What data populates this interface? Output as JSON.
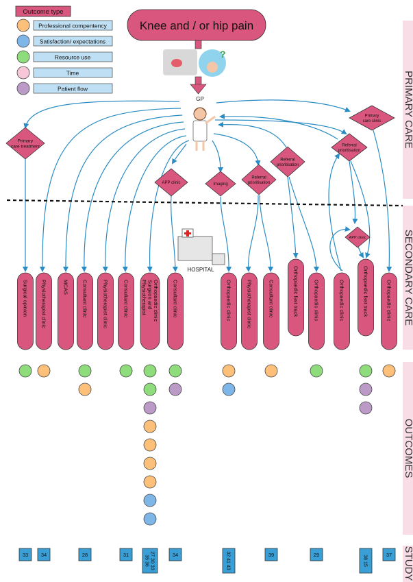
{
  "title": "Knee and / or hip pain",
  "legend": {
    "header": "Outcome type",
    "items": [
      {
        "label": "Professional compentency",
        "key": "professional",
        "color": "#fcc07a"
      },
      {
        "label": "Satisfaction/ expectations",
        "key": "satisfaction",
        "color": "#7fb6e8"
      },
      {
        "label": "Resource use",
        "key": "resource",
        "color": "#8edc7c"
      },
      {
        "label": "Time",
        "key": "time",
        "color": "#f7c7d9"
      },
      {
        "label": "Patient flow",
        "key": "flow",
        "color": "#bb9ac8"
      }
    ]
  },
  "gp_label": "GP",
  "hospital_label": "HOSPITAL",
  "sections": [
    "PRIMARY CARE",
    "SECONDARY CARE",
    "OUTCOMES",
    "STUDY"
  ],
  "diamonds": [
    "Primary care treatment",
    "APP clinic",
    "Imaging",
    "Referral prioritisation",
    "Referral prioritisation",
    "Referral prioritisation",
    "Primary care clinic",
    "APP clinic"
  ],
  "services": [
    {
      "label": "Surgical opinion",
      "outcomes": [
        "resource"
      ],
      "study": "33"
    },
    {
      "label": "Physiotherapist clinic",
      "outcomes": [
        "professional"
      ],
      "study": "34"
    },
    {
      "label": "MCAS",
      "outcomes": [],
      "study": ""
    },
    {
      "label": "Consultant clinic",
      "outcomes": [
        "resource",
        "professional"
      ],
      "study": "28"
    },
    {
      "label": "Physiotherapist clinic",
      "outcomes": [],
      "study": ""
    },
    {
      "label": "Consultant clinic",
      "outcomes": [
        "resource"
      ],
      "study": "31"
    },
    {
      "label": "Orthopaedic clinic: Surgeon and Physiotherapist",
      "outcomes": [
        "resource",
        "resource",
        "flow",
        "professional",
        "professional",
        "professional",
        "professional",
        "satisfaction",
        "satisfaction"
      ],
      "study": "27 30 33 35 36"
    },
    {
      "label": "Consultant clinic",
      "outcomes": [
        "resource",
        "flow"
      ],
      "study": "34"
    },
    {
      "label": "Orthopaedic clinic",
      "outcomes": [
        "professional",
        "satisfaction"
      ],
      "study": "32 41 43"
    },
    {
      "label": "Physiotherapist clinic",
      "outcomes": [],
      "study": ""
    },
    {
      "label": "Consultant clinic",
      "outcomes": [
        "professional"
      ],
      "study": "39"
    },
    {
      "label": "Orthopaedic fast track",
      "outcomes": [],
      "study": ""
    },
    {
      "label": "Orthopaedic clinic",
      "outcomes": [
        "resource"
      ],
      "study": "29"
    },
    {
      "label": "Orthopaedic clinic",
      "outcomes": [],
      "study": ""
    },
    {
      "label": "Orthopaedic fast track",
      "outcomes": [
        "resource",
        "flow",
        "flow"
      ],
      "study": "38 15"
    },
    {
      "label": "Orthopaedic clinic",
      "outcomes": [
        "professional"
      ],
      "study": "37"
    }
  ],
  "colors": {
    "node": "#d9577f",
    "arrow": "#2a8cc4",
    "study": "#3a9fd6"
  }
}
